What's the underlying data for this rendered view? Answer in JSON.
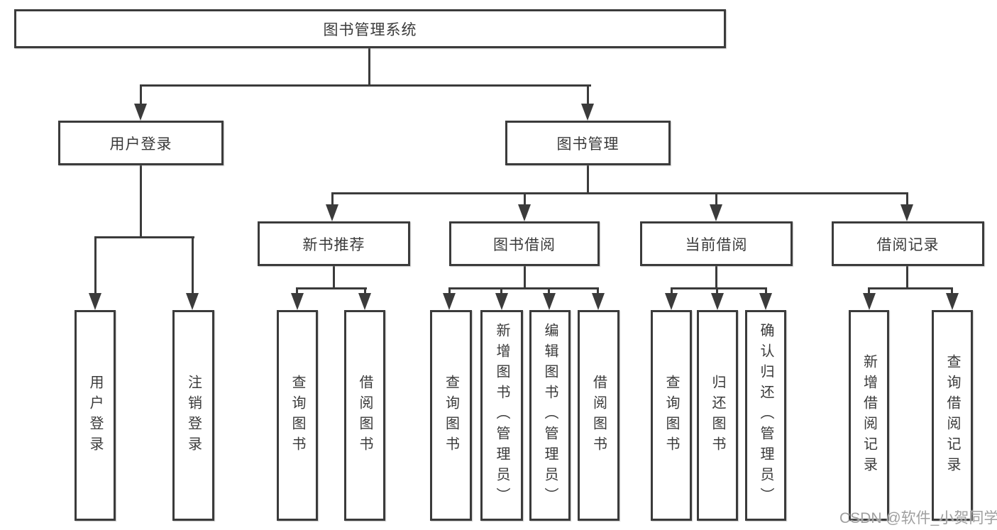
{
  "diagram_type": "hierarchy-org-chart",
  "colors": {
    "background": "#ffffff",
    "box_fill": "#ffffff",
    "box_border": "#3b3b3b",
    "line": "#3b3b3b",
    "text": "#3a3a3a",
    "watermark": "#9f9f9f"
  },
  "watermark": "CSDN @软件_小贺同学",
  "tree": {
    "root": {
      "label": "图书管理系统"
    },
    "children": [
      {
        "label": "用户登录",
        "children": [
          {
            "label": "用户登录"
          },
          {
            "label": "注销登录"
          }
        ]
      },
      {
        "label": "图书管理",
        "children": [
          {
            "label": "新书推荐",
            "children": [
              {
                "label": "查询图书"
              },
              {
                "label": "借阅图书"
              }
            ]
          },
          {
            "label": "图书借阅",
            "children": [
              {
                "label": "查询图书"
              },
              {
                "label": "新增图书（管理员）"
              },
              {
                "label": "编辑图书（管理员）"
              },
              {
                "label": "借阅图书"
              }
            ]
          },
          {
            "label": "当前借阅",
            "children": [
              {
                "label": "查询图书"
              },
              {
                "label": "归还图书"
              },
              {
                "label": "确认归还（管理员）"
              }
            ]
          },
          {
            "label": "借阅记录",
            "children": [
              {
                "label": "新增借阅记录"
              },
              {
                "label": "查询借阅记录"
              }
            ]
          }
        ]
      }
    ]
  }
}
